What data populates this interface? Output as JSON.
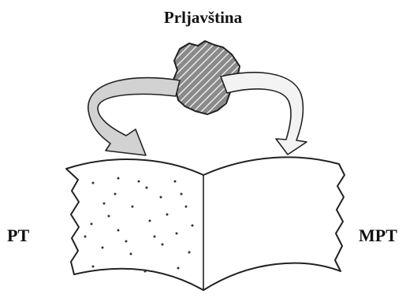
{
  "labels": {
    "title": "Prljavština",
    "left": "PT",
    "right": "MPT"
  },
  "colors": {
    "outline": "#222222",
    "arrow_fill": "#d2d2d2",
    "dirt_fill": "#8a8a8a",
    "dot": "#333333",
    "hatch": "#ffffff"
  }
}
